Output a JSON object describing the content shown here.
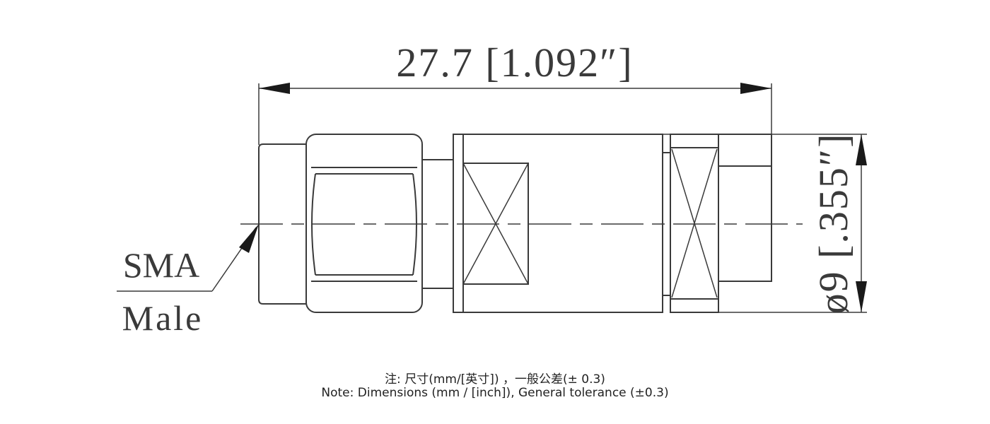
{
  "dimensions": {
    "length_label": "27.7 [1.092″]",
    "diameter_label": "ø9 [.355″]"
  },
  "callout": {
    "line1": "SMA",
    "line2": "Male"
  },
  "notes": {
    "chinese": "注: 尺寸(mm/[英寸]) ，一般公差(± 0.3)",
    "english": "Note: Dimensions (mm / [inch]), General tolerance (±0.3)"
  }
}
